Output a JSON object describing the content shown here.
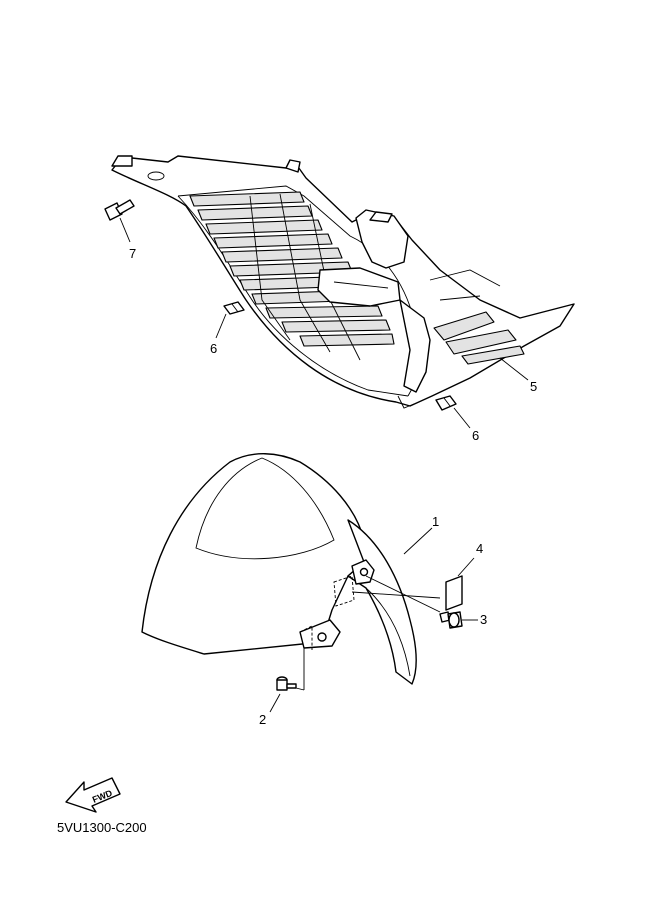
{
  "callouts": [
    {
      "id": "1",
      "label": "1"
    },
    {
      "id": "2",
      "label": "2"
    },
    {
      "id": "3",
      "label": "3"
    },
    {
      "id": "4",
      "label": "4"
    },
    {
      "id": "5",
      "label": "5"
    },
    {
      "id": "6a",
      "label": "6"
    },
    {
      "id": "6b",
      "label": "6"
    },
    {
      "id": "7",
      "label": "7"
    }
  ],
  "fwd_label": "FWD",
  "diagram_code": "5VU1300-C200"
}
